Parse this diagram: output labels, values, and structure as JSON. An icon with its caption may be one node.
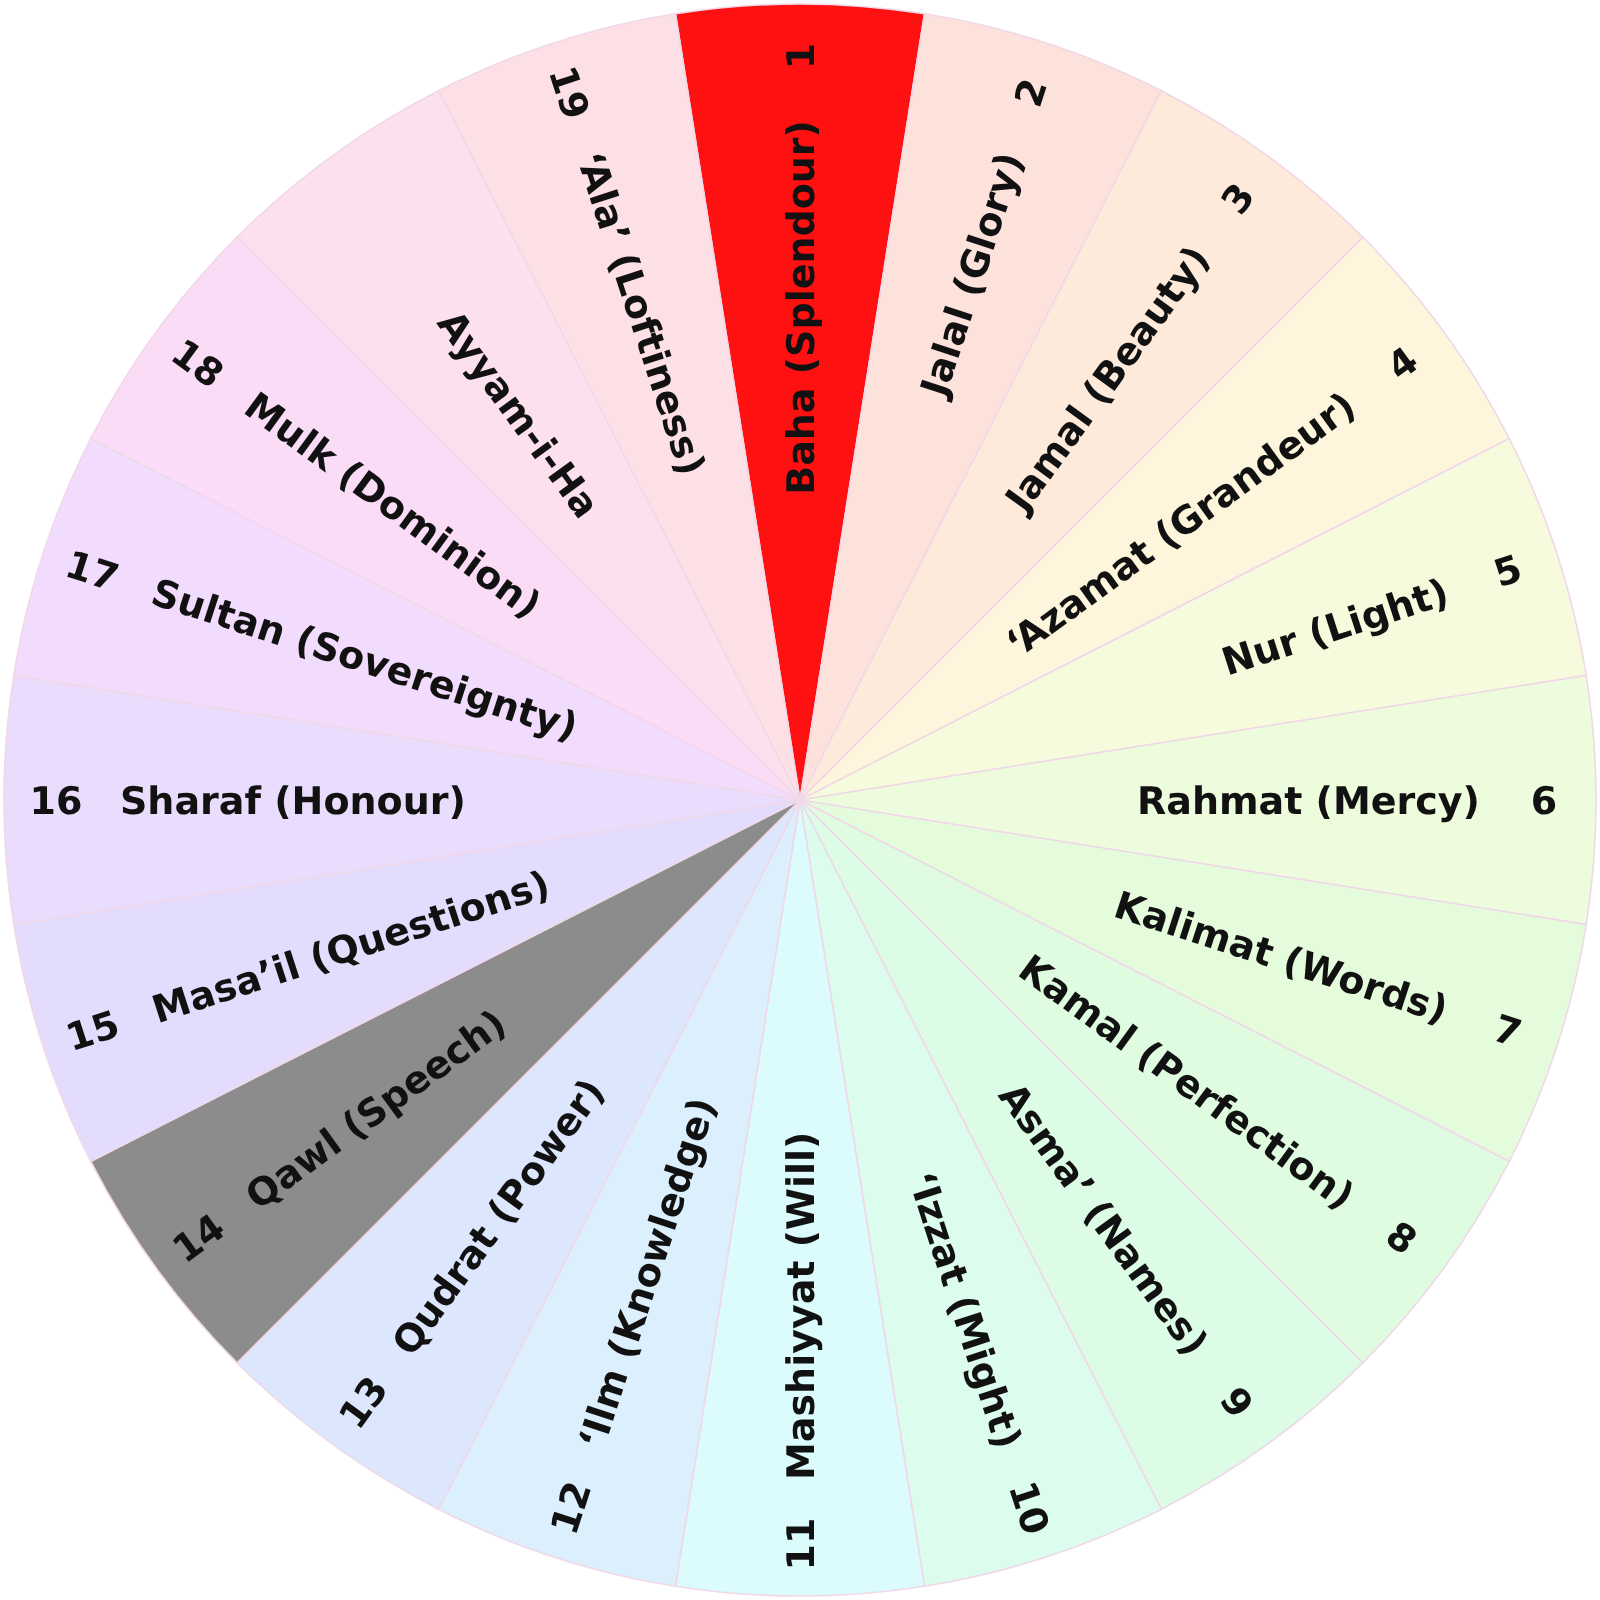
{
  "diagram": {
    "nodes": [
      {
        "text": [
          "Baha (Splendour)",
          "1"
        ]
      },
      {
        "text": [
          "Jalal (Glory)",
          "2"
        ]
      },
      {
        "text": [
          "Jamal (Beauty)",
          "3"
        ]
      },
      {
        "text": [
          "‘Azamat (Grandeur)",
          "4"
        ]
      },
      {
        "text": [
          "Nur (Light)",
          "5"
        ]
      },
      {
        "text": [
          "Rahmat (Mercy)",
          "6"
        ]
      },
      {
        "text": [
          "Kalimat (Words)",
          "7"
        ]
      },
      {
        "text": [
          "Kamal (Perfection)",
          "8"
        ]
      },
      {
        "text": [
          "Asma’ (Names)",
          "9"
        ]
      },
      {
        "text": [
          "‘Izzat (Might)",
          "10"
        ]
      },
      {
        "text": [
          "11",
          "Mashiyyat (Will)"
        ]
      },
      {
        "text": [
          "12",
          "‘Ilm (Knowledge)"
        ]
      },
      {
        "text": [
          "13",
          "Qudrat (Power)"
        ]
      },
      {
        "text": [
          "14",
          "Qawl (Speech)"
        ]
      },
      {
        "text": [
          "15",
          "Masa’il (Questions)"
        ]
      },
      {
        "text": [
          "16",
          "Sharaf (Honour)"
        ]
      },
      {
        "text": [
          "17",
          "Sultan (Sovereignty)"
        ]
      },
      {
        "text": [
          "18",
          "Mulk (Dominion)"
        ]
      },
      {
        "text": [
          "Ayyam-i-Ha"
        ]
      },
      {
        "text": [
          "19",
          "‘Ala’ (Loftiness)"
        ]
      }
    ],
    "edges": []
  }
}
